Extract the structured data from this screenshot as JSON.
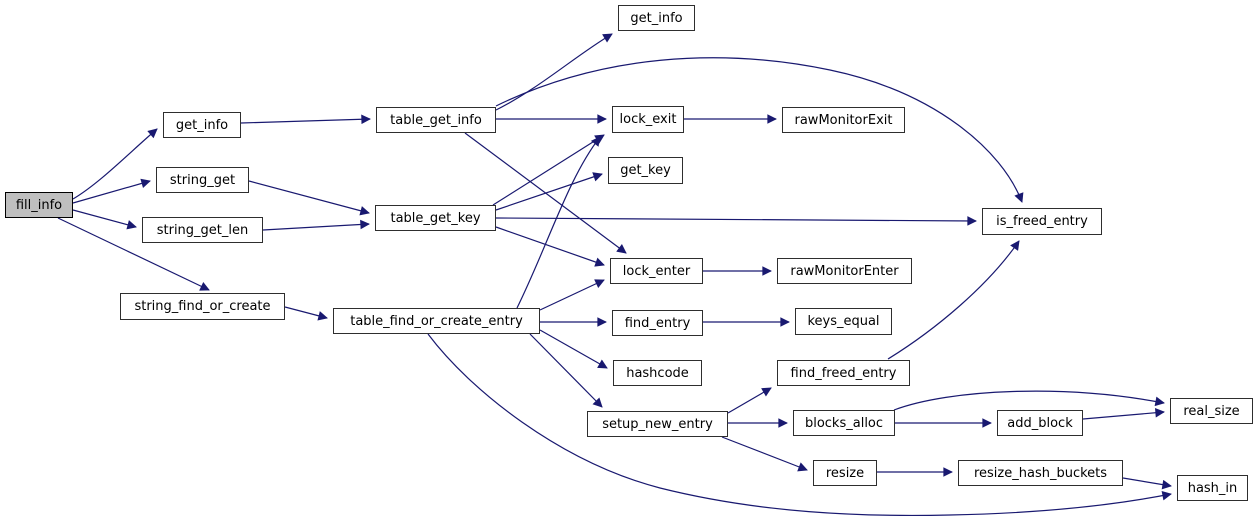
{
  "diagram": {
    "type": "call-graph",
    "root": "fill_info",
    "edge_color": "#191970",
    "node_fill": "#ffffff",
    "root_node_fill": "#bfbfbf",
    "node_border_color": "#2e2e2e",
    "text_color": "#000000"
  },
  "nodes": {
    "fill_info": {
      "label": "fill_info"
    },
    "get_info_1": {
      "label": "get_info"
    },
    "string_get": {
      "label": "string_get"
    },
    "string_get_len": {
      "label": "string_get_len"
    },
    "string_find_or_create": {
      "label": "string_find_or_create"
    },
    "table_get_info": {
      "label": "table_get_info"
    },
    "table_get_key": {
      "label": "table_get_key"
    },
    "table_find_or_create_entry": {
      "label": "table_find_or_create_entry"
    },
    "get_info_2": {
      "label": "get_info"
    },
    "lock_exit": {
      "label": "lock_exit"
    },
    "get_key": {
      "label": "get_key"
    },
    "lock_enter": {
      "label": "lock_enter"
    },
    "find_entry": {
      "label": "find_entry"
    },
    "hashcode": {
      "label": "hashcode"
    },
    "setup_new_entry": {
      "label": "setup_new_entry"
    },
    "rawMonitorExit": {
      "label": "rawMonitorExit"
    },
    "rawMonitorEnter": {
      "label": "rawMonitorEnter"
    },
    "keys_equal": {
      "label": "keys_equal"
    },
    "find_freed_entry": {
      "label": "find_freed_entry"
    },
    "blocks_alloc": {
      "label": "blocks_alloc"
    },
    "resize": {
      "label": "resize"
    },
    "is_freed_entry": {
      "label": "is_freed_entry"
    },
    "add_block": {
      "label": "add_block"
    },
    "resize_hash_buckets": {
      "label": "resize_hash_buckets"
    },
    "real_size": {
      "label": "real_size"
    },
    "hash_in": {
      "label": "hash_in"
    }
  },
  "edges": [
    {
      "from": "fill_info",
      "to": "get_info_1"
    },
    {
      "from": "fill_info",
      "to": "string_get"
    },
    {
      "from": "fill_info",
      "to": "string_get_len"
    },
    {
      "from": "fill_info",
      "to": "string_find_or_create"
    },
    {
      "from": "get_info_1",
      "to": "table_get_info"
    },
    {
      "from": "string_get",
      "to": "table_get_key"
    },
    {
      "from": "string_get_len",
      "to": "table_get_key"
    },
    {
      "from": "string_find_or_create",
      "to": "table_find_or_create_entry"
    },
    {
      "from": "table_get_info",
      "to": "get_info_2"
    },
    {
      "from": "table_get_info",
      "to": "lock_exit"
    },
    {
      "from": "table_get_info",
      "to": "lock_enter"
    },
    {
      "from": "table_get_info",
      "to": "is_freed_entry"
    },
    {
      "from": "table_get_key",
      "to": "get_key"
    },
    {
      "from": "table_get_key",
      "to": "lock_exit"
    },
    {
      "from": "table_get_key",
      "to": "lock_enter"
    },
    {
      "from": "table_get_key",
      "to": "is_freed_entry"
    },
    {
      "from": "table_find_or_create_entry",
      "to": "lock_exit"
    },
    {
      "from": "table_find_or_create_entry",
      "to": "lock_enter"
    },
    {
      "from": "table_find_or_create_entry",
      "to": "find_entry"
    },
    {
      "from": "table_find_or_create_entry",
      "to": "hashcode"
    },
    {
      "from": "table_find_or_create_entry",
      "to": "setup_new_entry"
    },
    {
      "from": "table_find_or_create_entry",
      "to": "hash_in"
    },
    {
      "from": "lock_exit",
      "to": "rawMonitorExit"
    },
    {
      "from": "lock_enter",
      "to": "rawMonitorEnter"
    },
    {
      "from": "find_entry",
      "to": "keys_equal"
    },
    {
      "from": "setup_new_entry",
      "to": "find_freed_entry"
    },
    {
      "from": "setup_new_entry",
      "to": "blocks_alloc"
    },
    {
      "from": "setup_new_entry",
      "to": "resize"
    },
    {
      "from": "find_freed_entry",
      "to": "is_freed_entry"
    },
    {
      "from": "blocks_alloc",
      "to": "add_block"
    },
    {
      "from": "blocks_alloc",
      "to": "real_size"
    },
    {
      "from": "add_block",
      "to": "real_size"
    },
    {
      "from": "resize",
      "to": "resize_hash_buckets"
    },
    {
      "from": "resize_hash_buckets",
      "to": "hash_in"
    }
  ]
}
